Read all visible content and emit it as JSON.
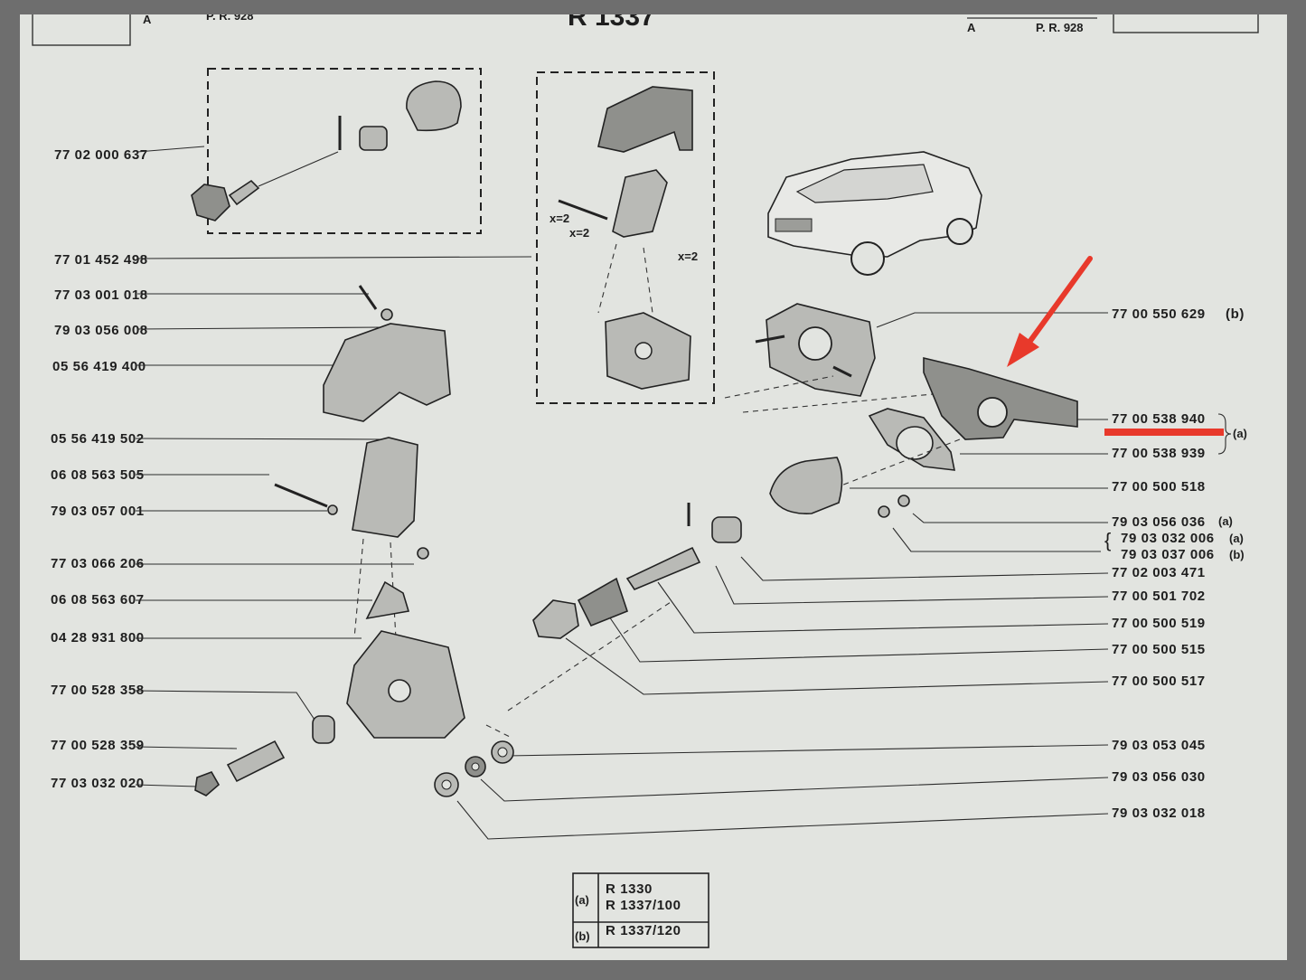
{
  "header": {
    "left_letter": "A",
    "left_ref": "P. R. 928",
    "title": "R 1337",
    "right_letter": "A",
    "right_ref": "P. R. 928"
  },
  "left_parts": [
    "77 02 000 637",
    "77 01 452 498",
    "77 03 001 018",
    "79 03 056 008",
    "05 56 419 400",
    "05 56 419 502",
    "06 08 563 505",
    "79 03 057 001",
    "77 03 066 206",
    "06 08 563 607",
    "04 28 931 800",
    "77 00 528 358",
    "77 00 528 359",
    "77 03 032 020"
  ],
  "right_parts": [
    {
      "num": "77 00 550 629",
      "suffix": "(b)"
    },
    {
      "num": "77 00 538 940",
      "suffix": ""
    },
    {
      "num": "77 00 538 939",
      "suffix": ""
    },
    {
      "num": "77 00 500 518",
      "suffix": ""
    },
    {
      "num": "79 03 056 036",
      "suffix": "(a)"
    },
    {
      "num": "79 03 032 006",
      "suffix": "(a)"
    },
    {
      "num": "79 03 037 006",
      "suffix": "(b)"
    },
    {
      "num": "77 02 003 471",
      "suffix": ""
    },
    {
      "num": "77 00 501 702",
      "suffix": ""
    },
    {
      "num": "77 00 500 519",
      "suffix": ""
    },
    {
      "num": "77 00 500 515",
      "suffix": ""
    },
    {
      "num": "77 00 500 517",
      "suffix": ""
    },
    {
      "num": "79 03 053 045",
      "suffix": ""
    },
    {
      "num": "79 03 056 030",
      "suffix": ""
    },
    {
      "num": "79 03 032 018",
      "suffix": ""
    }
  ],
  "bracket_note": "(a)",
  "multiplier_label": "x=2",
  "legend": [
    {
      "key": "(a)",
      "models": [
        "R 1330",
        "R 1337/100"
      ]
    },
    {
      "key": "(b)",
      "models": [
        "R 1337/120"
      ]
    }
  ],
  "colors": {
    "paper": "#e2e4e0",
    "ink": "#1e1e1e",
    "frame": "#6e6e6e",
    "highlight": "#e8392b"
  },
  "annotations": {
    "arrow": "red-arrow-icon",
    "underline": "red-underline"
  }
}
